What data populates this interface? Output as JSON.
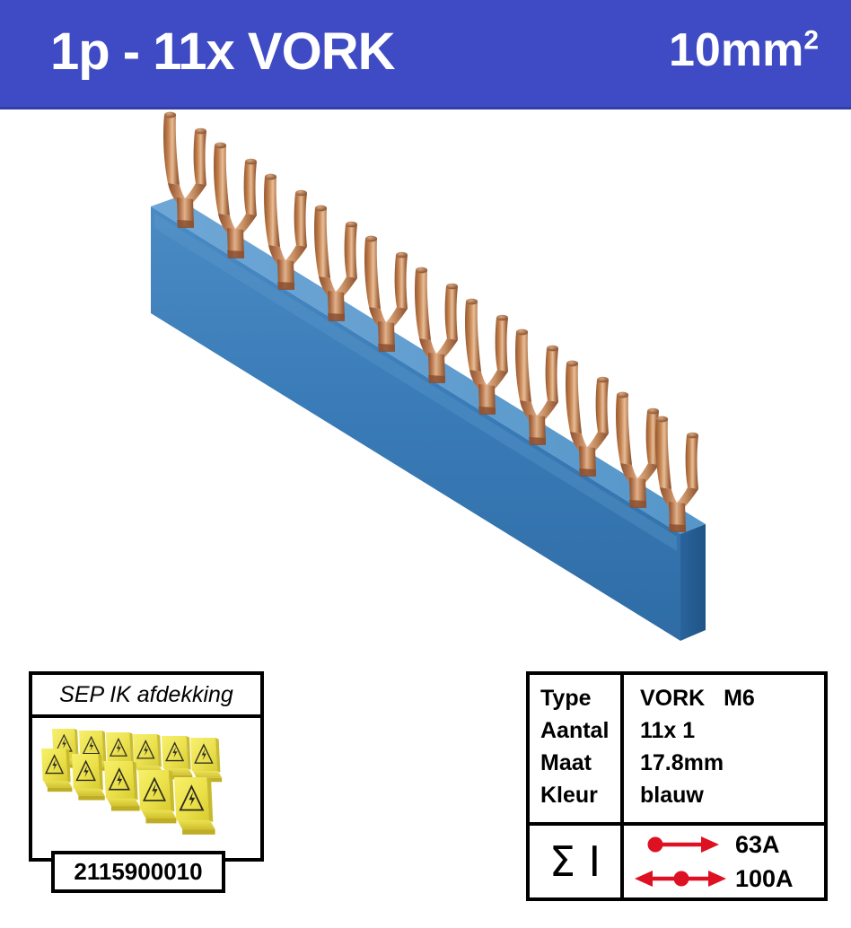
{
  "header": {
    "title": "1p - 11x VORK",
    "section_value": "10mm",
    "section_superscript": "2",
    "background_color": "#3f4bc4",
    "text_color": "#ffffff"
  },
  "product_photo": {
    "description": "1-pole fork-type busbar, blue insulated rail with 11 copper fork terminals",
    "rail_color": "#3a7cb8",
    "fork_color": "#b9794f",
    "fork_count": 11
  },
  "accessory": {
    "title": "SEP IK afdekking",
    "article_number": "2115900010",
    "image_description": "Yellow plastic insulation covers with black electrical hazard warning triangles",
    "cover_color": "#f2e84a",
    "cover_count": 11
  },
  "spec_table": {
    "rows": [
      {
        "label": "Type",
        "value": "VORK   M6"
      },
      {
        "label": "Aantal",
        "value": "11x 1"
      },
      {
        "label": "Maat",
        "value": "17.8mm"
      },
      {
        "label": "Kleur",
        "value": "blauw"
      }
    ],
    "current_section": {
      "symbol": "Σ I",
      "arrow_color": "#dd1122",
      "ratings": [
        {
          "icon": "arrow-right-feed-icon",
          "value": "63A"
        },
        {
          "icon": "arrow-both-feed-icon",
          "value": "100A"
        }
      ]
    }
  }
}
